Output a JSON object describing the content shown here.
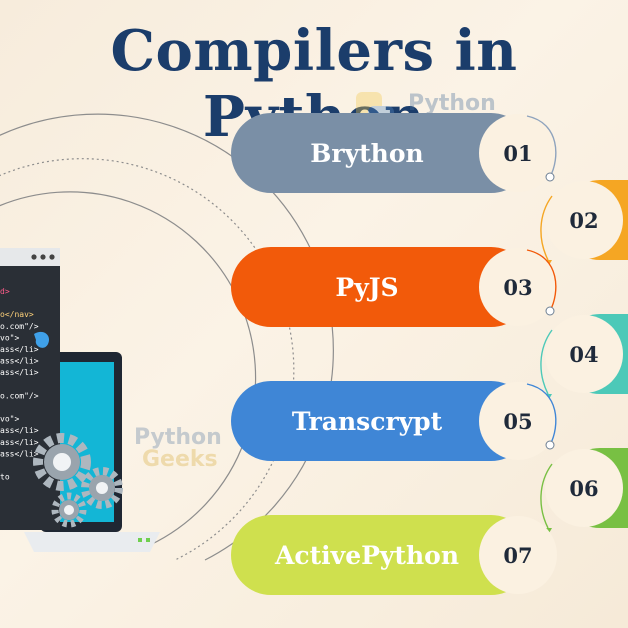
{
  "title": "Compilers in Python",
  "watermark": {
    "line1": "Python",
    "line2": "Geeks"
  },
  "items": [
    {
      "name": "Brython",
      "number": "01",
      "color": "#7a8fa6",
      "side": "left"
    },
    {
      "name": "",
      "number": "02",
      "color": "#f5a623",
      "side": "right"
    },
    {
      "name": "PyJS",
      "number": "03",
      "color": "#f25a0a",
      "side": "left"
    },
    {
      "name": "",
      "number": "04",
      "color": "#4cc9b8",
      "side": "right"
    },
    {
      "name": "Transcrypt",
      "number": "05",
      "color": "#3f86d6",
      "side": "left"
    },
    {
      "name": "",
      "number": "06",
      "color": "#78c043",
      "side": "right"
    },
    {
      "name": "ActivePython",
      "number": "07",
      "color": "#cfe04e",
      "side": "left"
    }
  ],
  "code_lines": [
    {
      "text": "d>",
      "color": "#ff5c8a"
    },
    {
      "text": "",
      "color": "#ffffff"
    },
    {
      "text": "o</nav>",
      "color": "#ffd27a"
    },
    {
      "text": "o.com\"/>",
      "color": "#ffffff"
    },
    {
      "text": "vo\">",
      "color": "#ffffff"
    },
    {
      "text": "ass</li>",
      "color": "#ffffff"
    },
    {
      "text": "ass</li>",
      "color": "#ffffff"
    },
    {
      "text": "ass</li>",
      "color": "#ffffff"
    },
    {
      "text": "",
      "color": "#ffffff"
    },
    {
      "text": "o.com\"/>",
      "color": "#ffffff"
    },
    {
      "text": "",
      "color": "#ffffff"
    },
    {
      "text": "vo\">",
      "color": "#ffffff"
    },
    {
      "text": "ass</li>",
      "color": "#ffffff"
    },
    {
      "text": "ass</li>",
      "color": "#ffffff"
    },
    {
      "text": "ass</li>",
      "color": "#ffffff"
    },
    {
      "text": "",
      "color": "#ffffff"
    },
    {
      "text": "to",
      "color": "#ffffff"
    }
  ]
}
